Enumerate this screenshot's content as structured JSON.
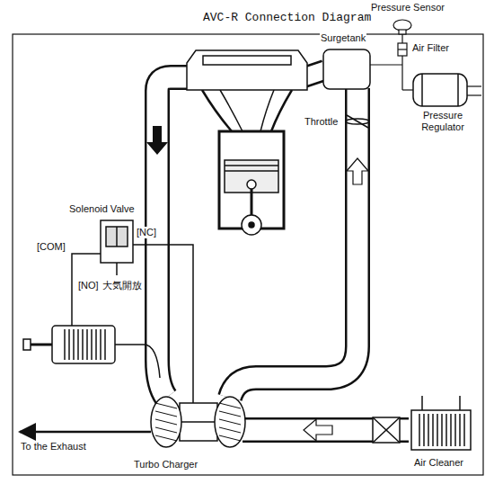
{
  "diagram": {
    "title": "AVC-R Connection Diagram",
    "labels": [
      "Pressure Sensor",
      "Surgetank",
      "Air Filter",
      "Pressure Regulator",
      "Throttle",
      "Solenoid Valve",
      "[NC]",
      "[COM]",
      "[NO]",
      "大気開放",
      "To the Exhaust",
      "Turbo Charger",
      "Air Cleaner"
    ]
  }
}
